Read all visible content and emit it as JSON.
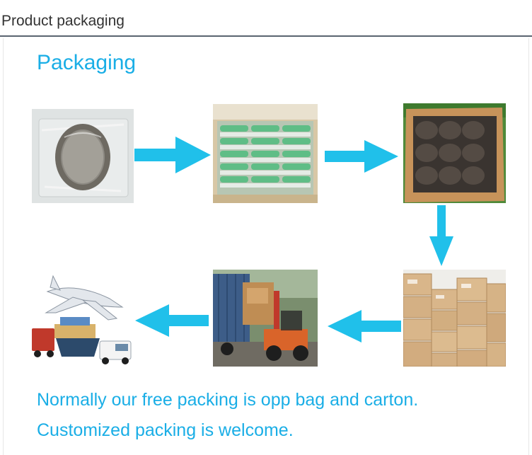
{
  "header": {
    "title": "Product packaging"
  },
  "section": {
    "title": "Packaging"
  },
  "captions": {
    "line1": "Normally our free packing is opp bag and carton.",
    "line2": "Customized packing is welcome."
  },
  "colors": {
    "accent": "#1aaee6",
    "arrow": "#20c0ea",
    "header_rule": "#5a6470"
  },
  "steps": [
    {
      "name": "opp-bag-photo"
    },
    {
      "name": "bagged-items-in-box-photo"
    },
    {
      "name": "packed-carton-photo"
    },
    {
      "name": "stacked-cartons-photo"
    },
    {
      "name": "forklift-loading-photo"
    },
    {
      "name": "shipping-transport-photo"
    }
  ]
}
